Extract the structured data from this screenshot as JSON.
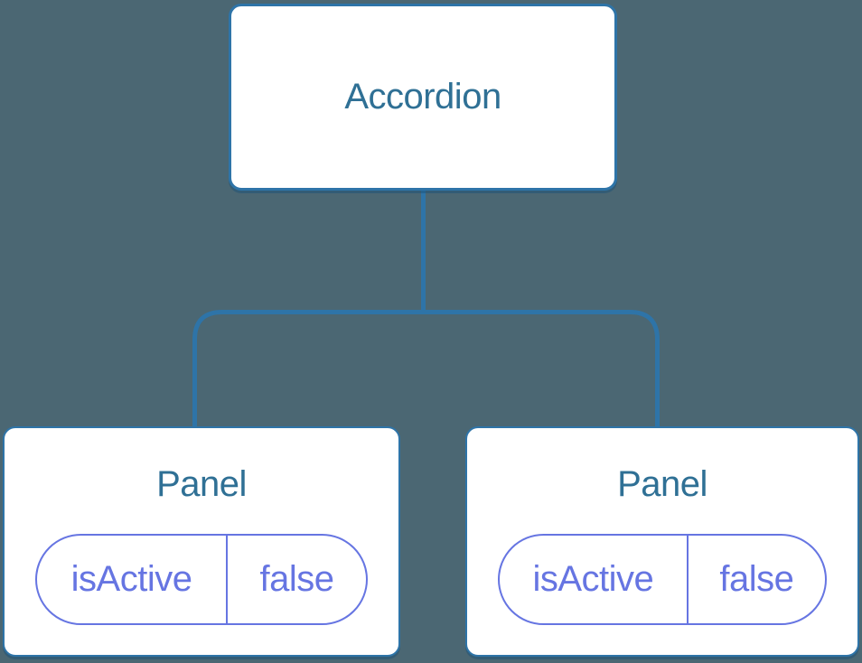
{
  "diagram": {
    "type": "component-tree",
    "root": {
      "label": "Accordion"
    },
    "children": [
      {
        "label": "Panel",
        "state": {
          "key": "isActive",
          "value": "false"
        }
      },
      {
        "label": "Panel",
        "state": {
          "key": "isActive",
          "value": "false"
        }
      }
    ],
    "colors": {
      "background": "#4B6773",
      "node_border": "#2E74A8",
      "node_fill": "#FFFFFF",
      "title_text": "#2F7095",
      "state_accent": "#6675E2",
      "connector": "#2E74A8"
    }
  }
}
